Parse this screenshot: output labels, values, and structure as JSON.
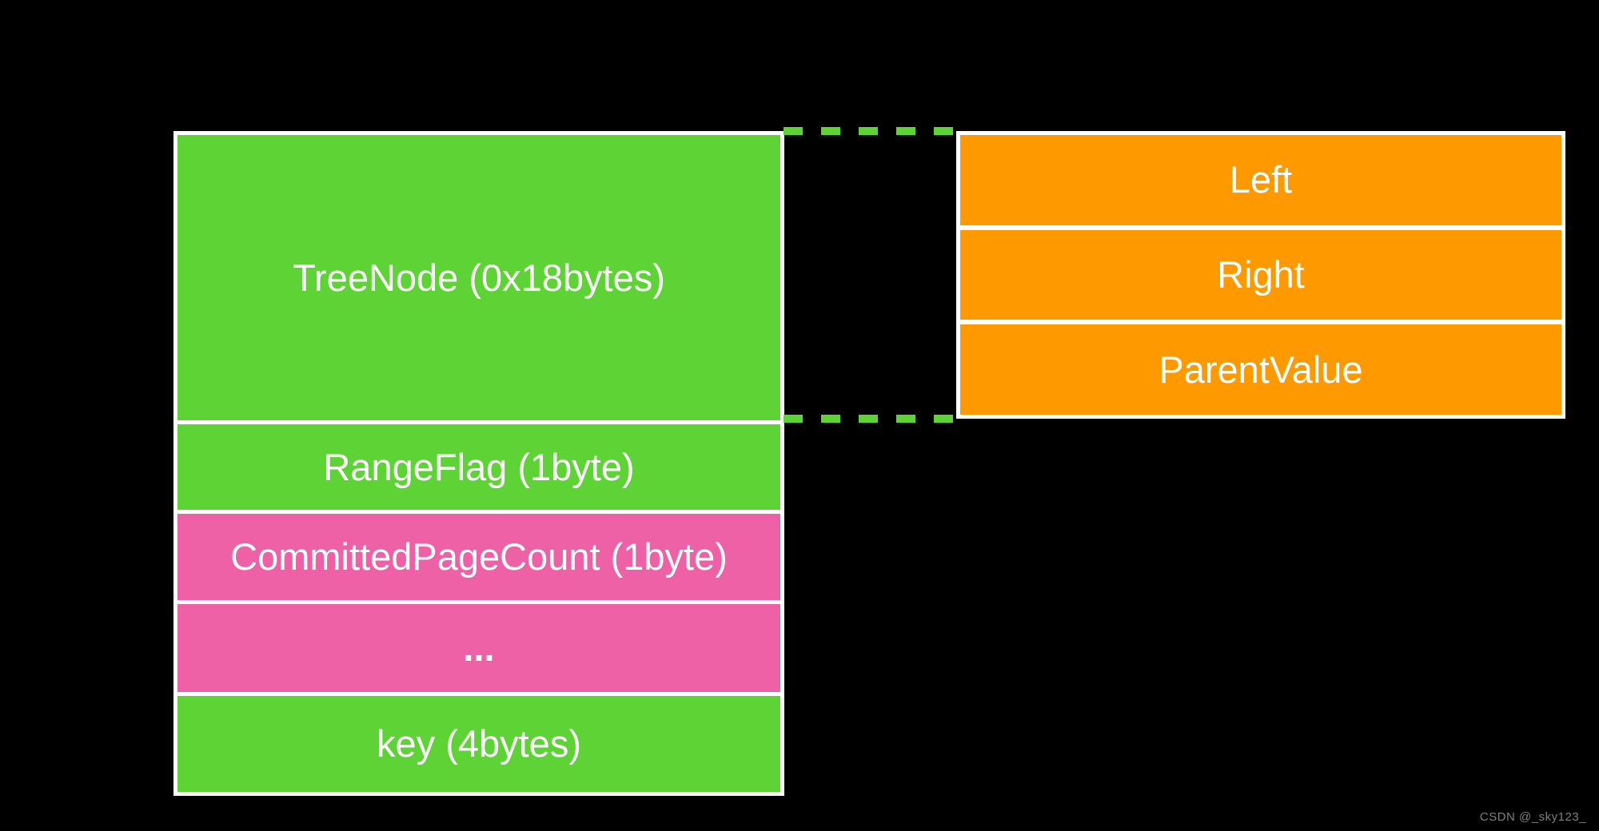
{
  "diagram": {
    "struct_column": {
      "rows": [
        {
          "label": "TreeNode (0x18bytes)",
          "color": "green"
        },
        {
          "label": "RangeFlag (1byte)",
          "color": "green"
        },
        {
          "label": "CommittedPageCount (1byte)",
          "color": "pink"
        },
        {
          "label": "...",
          "color": "pink"
        },
        {
          "label": "key (4bytes)",
          "color": "green"
        }
      ]
    },
    "detail_box": {
      "rows": [
        {
          "label": "Left",
          "color": "orange"
        },
        {
          "label": "Right",
          "color": "orange"
        },
        {
          "label": "ParentValue",
          "color": "orange"
        }
      ]
    },
    "connector": {
      "style": "dashed",
      "color_name": "green"
    },
    "colors": {
      "green": "#5dd336",
      "pink": "#ee61a6",
      "orange": "#fe9900",
      "box-border": "#ffffff",
      "background": "#000000",
      "label-text": "#ffffff",
      "watermark-gray": "#7f7f7f"
    }
  },
  "watermark": {
    "text": "CSDN @_sky123_"
  }
}
